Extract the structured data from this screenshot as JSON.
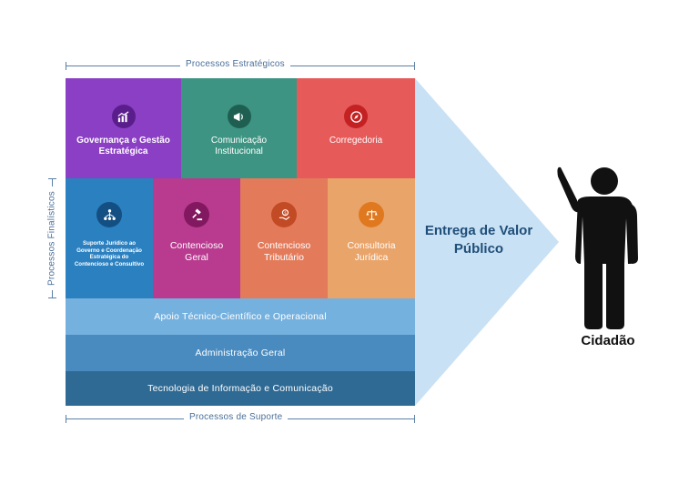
{
  "labels": {
    "strategic": "Processos Estratégicos",
    "finalistic": "Processos Finalísticos",
    "support": "Processos de Suporte"
  },
  "tiles": {
    "governanca": "Governança e Gestão Estratégica",
    "comunicacao": "Comunicação Institucional",
    "corregedoria": "Corregedoria",
    "suporte_juridico": "Suporte Jurídico ao Governo e Coordenação Estratégica do Contencioso e Consultivo",
    "contencioso_geral": "Contencioso Geral",
    "contencioso_tributario": "Contencioso Tributário",
    "consultoria": "Consultoria Jurídica"
  },
  "bands": {
    "apoio": "Apoio Técnico-Científico e Operacional",
    "administracao": "Administração Geral",
    "tecnologia": "Tecnologia de Informação e Comunicação"
  },
  "arrow": {
    "text": "Entrega de Valor Público"
  },
  "citizen": {
    "label": "Cidadão"
  },
  "colors": {
    "governanca": "#8b3fc4",
    "comunicacao": "#3d9482",
    "corregedoria": "#e65a5a",
    "suporte_juridico": "#2b80c0",
    "contencioso_geral": "#b83b8f",
    "contencioso_tributario": "#e37b5b",
    "consultoria": "#e9a46a",
    "apoio": "#75b1df",
    "administracao": "#4a8bbf",
    "tecnologia": "#2f6a94",
    "arrow": "#c9e1f4"
  },
  "icons": {
    "governanca": "chart-icon",
    "comunicacao": "megaphone-icon",
    "corregedoria": "compass-icon",
    "suporte_juridico": "network-icon",
    "contencioso_geral": "gavel-icon",
    "contencioso_tributario": "money-hand-icon",
    "consultoria": "scales-icon",
    "citizen": "person-waving-icon"
  }
}
